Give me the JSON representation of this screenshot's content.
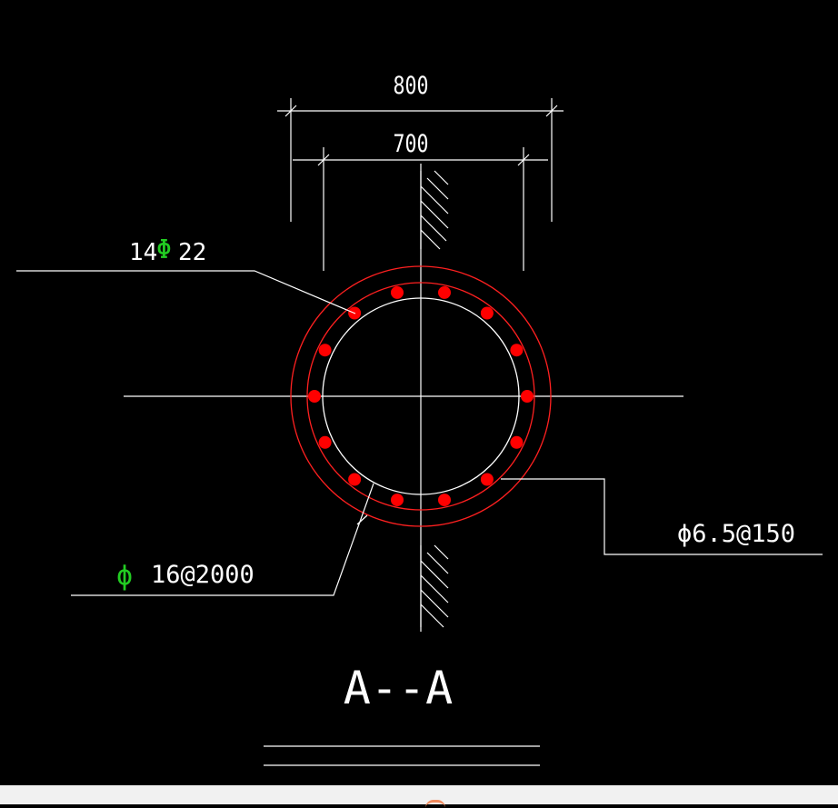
{
  "dimensions": {
    "outer": "800",
    "inner": "700"
  },
  "labels": {
    "main_bars_count": "14",
    "main_bars_symbol": "Φ",
    "main_bars_diameter": "22",
    "spiral_label": "ϕ6.5@150",
    "stiffener_symbol": "ϕ",
    "stiffener_label": "16@2000",
    "section_title": "A--A"
  },
  "colors": {
    "background": "#000000",
    "line": "#ffffff",
    "rebar": "#ff0000",
    "circle": "#ff2020",
    "symbol_green": "#22cc22",
    "strip": "#f1f1f1"
  },
  "rebar_count": 14
}
